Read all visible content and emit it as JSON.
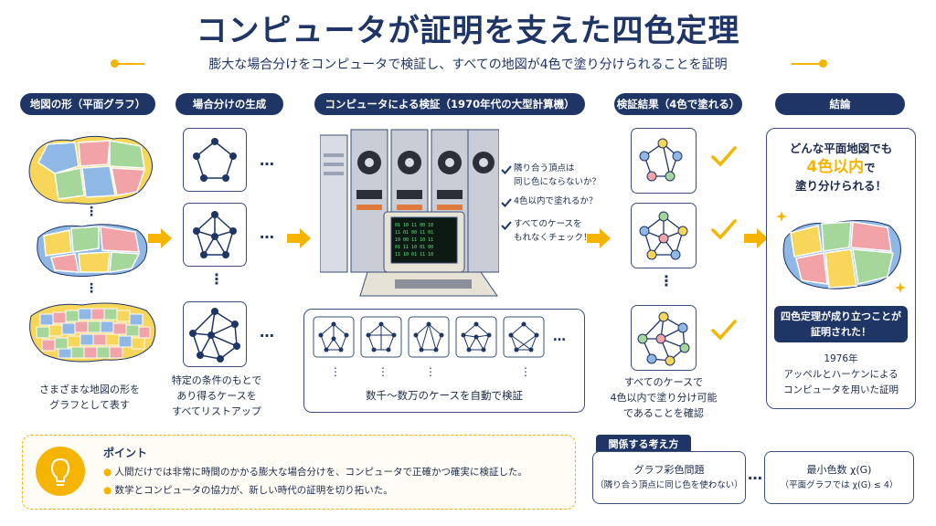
{
  "title": "コンピュータが証明を支えた四色定理",
  "subtitle": "膨大な場合分けをコンピュータで検証し、すべての地図が4色で塗り分けられることを証明",
  "colors": {
    "navy": "#1f3566",
    "accent": "#f4b400",
    "yellow": "#f7d65a",
    "blue": "#8fb8e6",
    "green": "#a5d69a",
    "pink": "#f2a3a8"
  },
  "sections": {
    "maps": {
      "header": "地図の形（平面グラフ）",
      "caption_line1": "さまざまな地図の形を",
      "caption_line2": "グラフとして表す"
    },
    "cases": {
      "header": "場合分けの生成",
      "caption_line1": "特定の条件のもとで",
      "caption_line2": "あり得るケースを",
      "caption_line3": "すべてリストアップ"
    },
    "computer": {
      "header": "コンピュータによる検証（1970年代の大型計算機）",
      "checks": [
        {
          "line1": "隣り合う頂点は",
          "line2": "同じ色にならないか？"
        },
        {
          "line1": "4色以内で塗れるか？",
          "line2": ""
        },
        {
          "line1": "すべてのケースを",
          "line2": "もれなくチェック！"
        }
      ],
      "caption": "数千〜数万のケースを自動で検証"
    },
    "results": {
      "header": "検証結果（4色で塗れる）",
      "caption_line1": "すべてのケースで",
      "caption_line2": "4色以内で塗り分け可能",
      "caption_line3": "であることを確認"
    },
    "conclusion": {
      "header": "結論",
      "line1": "どんな平面地図でも",
      "line2_strong": "4色以内",
      "line2_rest": "で",
      "line3": "塗り分けられる！",
      "box_line1": "四色定理が成り立つことが",
      "box_line2": "証明された！",
      "credit_line1": "1976年",
      "credit_line2": "アッペルとハーケンによる",
      "credit_line3": "コンピュータを用いた証明"
    }
  },
  "point": {
    "title": "ポイント",
    "items": [
      "人間だけでは非常に時間のかかる膨大な場合分けを、コンピュータで正確かつ確実に検証した。",
      "数学とコンピュータの協力が、新しい時代の証明を切り拓いた。"
    ]
  },
  "related": {
    "header": "関係する考え方",
    "item1_line1": "グラフ彩色問題",
    "item1_line2": "（隣り合う頂点に同じ色を使わない）",
    "item2_line1": "最小色数 χ(G)",
    "item2_line2": "（平面グラフでは χ(G) ≤ 4）"
  }
}
